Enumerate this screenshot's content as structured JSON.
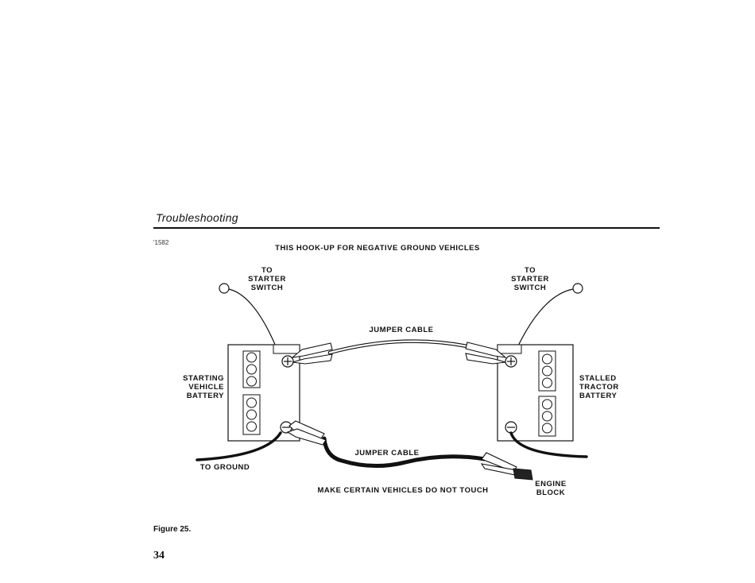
{
  "section_title": "Troubleshooting",
  "figure_id": "'1582",
  "diagram": {
    "heading": "THIS HOOK-UP FOR NEGATIVE GROUND VEHICLES",
    "left_starter": "TO\nSTARTER\nSWITCH",
    "right_starter": "TO\nSTARTER\nSWITCH",
    "jumper_top": "JUMPER CABLE",
    "jumper_bottom": "JUMPER CABLE",
    "starting_battery": "STARTING\nVEHICLE\nBATTERY",
    "stalled_battery": "STALLED\nTRACTOR\nBATTERY",
    "to_ground": "TO GROUND",
    "engine_block": "ENGINE\nBLOCK",
    "warning": "MAKE CERTAIN VEHICLES DO NOT TOUCH"
  },
  "caption": "Figure 25.",
  "page_number": "34"
}
